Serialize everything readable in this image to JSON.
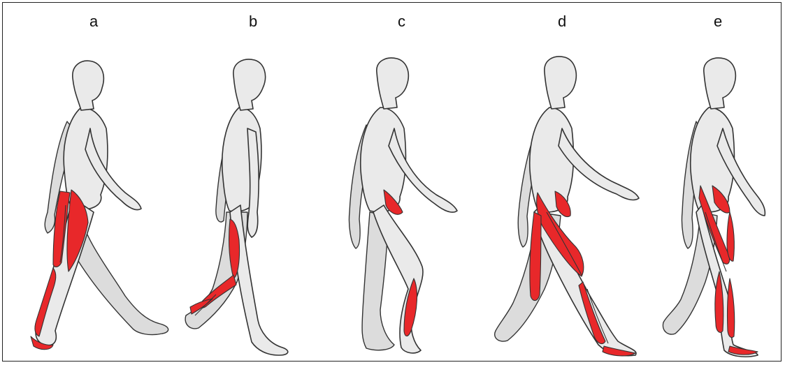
{
  "panels": [
    {
      "label": "a"
    },
    {
      "label": "b"
    },
    {
      "label": "c"
    },
    {
      "label": "d"
    },
    {
      "label": "e"
    }
  ],
  "colors": {
    "muscle": "#e8282a",
    "skin": "#eaeaea",
    "outline": "#333333"
  }
}
